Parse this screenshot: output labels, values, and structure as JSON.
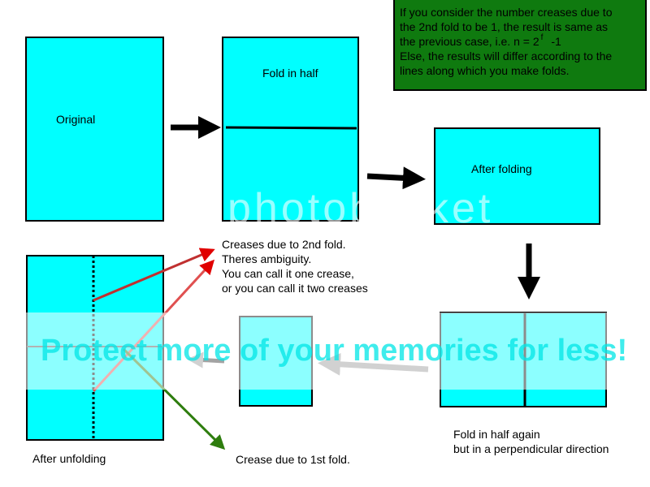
{
  "colors": {
    "paper": "#00ffff",
    "note_bg": "#0f7a0f",
    "arrow": "#000000",
    "red_arrow": "#e00000",
    "green_arrow": "#2e7d0e",
    "grey_arrow": "#999999"
  },
  "labels": {
    "original": "Original",
    "fold_half": "Fold in half",
    "after_folding": "After folding",
    "fold_again_1": "Fold in half again",
    "fold_again_2": "but in a perpendicular direction",
    "after_unfolding": "After unfolding",
    "crease_1st": "Crease due to 1st fold.",
    "crease_2nd": [
      "Creases due to 2nd fold.",
      "Theres ambiguity.",
      "You can call it one crease,",
      "or you can call it two creases"
    ]
  },
  "note": {
    "line1": "If you consider the number creases due to",
    "line2": "the 2nd fold to be 1, the result is same as",
    "line3_pre": "the previous case, i.e.  n = 2",
    "line3_sup": "f",
    "line3_post": "-1",
    "line4": "Else, the results will differ according to the",
    "line5": "lines along which you make folds."
  },
  "watermark": {
    "logo": "photobucket",
    "text": "Protect more of your memories for less!"
  }
}
